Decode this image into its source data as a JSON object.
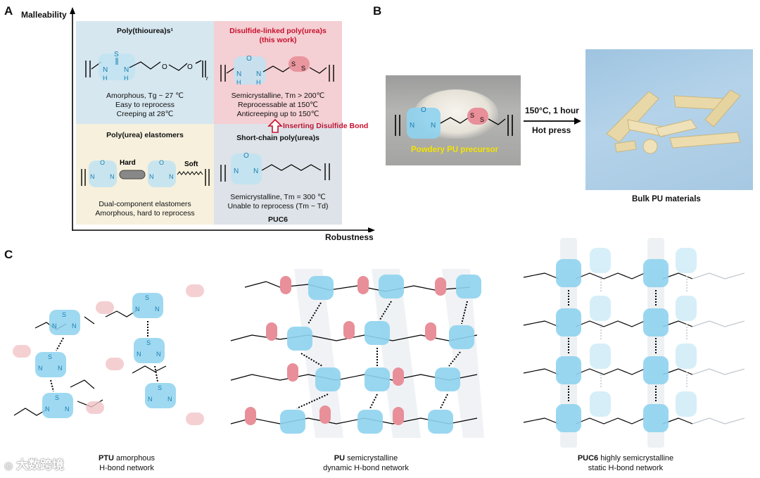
{
  "panelA": {
    "letter": "A",
    "y_axis_label": "Malleability",
    "x_axis_label": "Robustness",
    "quadrants": {
      "top_left": {
        "title": "Poly(thiourea)s¹",
        "lines": [
          "Amorphous, Tg ~ 27 ℃",
          "Easy to reprocess",
          "Creeping at 28℃"
        ]
      },
      "top_right": {
        "title_line1": "Disulfide-linked poly(urea)s",
        "title_line2": "(this work)",
        "lines": [
          "Semicrystalline, Tm > 200℃",
          "Reprocessable at 150℃",
          "Anticreeping up to 150℃"
        ]
      },
      "bottom_left": {
        "title": "Poly(urea) elastomers",
        "hard_label": "Hard",
        "soft_label": "Soft",
        "lines": [
          "Dual-component elastomers",
          "Amorphous, hard to reprocess"
        ]
      },
      "bottom_right": {
        "title": "Short-chain poly(urea)s",
        "lines": [
          "Semicrystalline, Tm = 300 ℃",
          "Unable to reprocess (Tm ~ Td)"
        ],
        "name": "PUC6"
      }
    },
    "insert_label": "Inserting Disulfide Bond",
    "colors": {
      "blue_quad": "#d6e7f0",
      "red_quad": "#f4cfd3",
      "yellow_quad": "#f6f0dd",
      "grey_quad": "#dde3e8",
      "accent_red": "#c8102e",
      "urea_blue": "#5bbde0"
    }
  },
  "panelB": {
    "letter": "B",
    "powder_label": "Powdery PU precursor",
    "condition_top": "150°C, 1 hour",
    "condition_bottom": "Hot press",
    "bulk_label": "Bulk PU materials"
  },
  "panelC": {
    "letter": "C",
    "captions": [
      {
        "bold": "PTU",
        "rest_line1": " amorphous",
        "line2": "H-bond network"
      },
      {
        "bold": "PU",
        "rest_line1": " semicrystalline",
        "line2": "dynamic H-bond network"
      },
      {
        "bold": "PUC6",
        "rest_line1": " highly semicrystalline",
        "line2": "static H-bond network"
      }
    ]
  },
  "watermark": "大数跨境",
  "structure_letters": {
    "S": "S",
    "O": "O",
    "N": "N",
    "H": "H",
    "n": "n"
  }
}
